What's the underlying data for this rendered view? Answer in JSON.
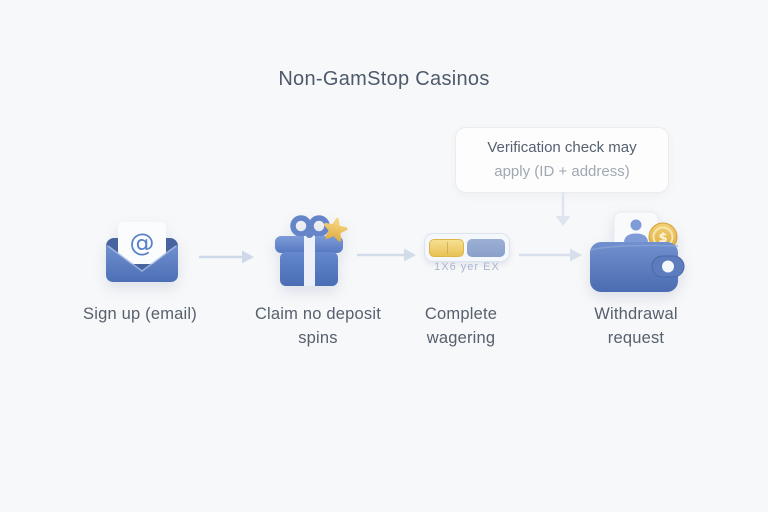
{
  "title": "Non-GamStop Casinos",
  "callout": {
    "line1": "Verification check may",
    "line2": "apply (ID + address)"
  },
  "steps": [
    {
      "id": "signup",
      "icon": "email-icon",
      "label": "Sign up (email)"
    },
    {
      "id": "claim",
      "icon": "gift-icon",
      "label": "Claim no deposit spins"
    },
    {
      "id": "wagering",
      "icon": "progress-bar-icon",
      "label": "Complete wagering",
      "caption": "1X6 yer EX"
    },
    {
      "id": "withdrawal",
      "icon": "wallet-icon",
      "label": "Withdrawal request"
    }
  ],
  "colors": {
    "background": "#f7f8f9",
    "accent_blue": "#5b7dc0",
    "gold": "#e9c05a",
    "arrow": "#cfd9e9",
    "title_text": "#4e5a6b",
    "label_text": "#57606e",
    "muted_text": "#a0a8b2"
  }
}
